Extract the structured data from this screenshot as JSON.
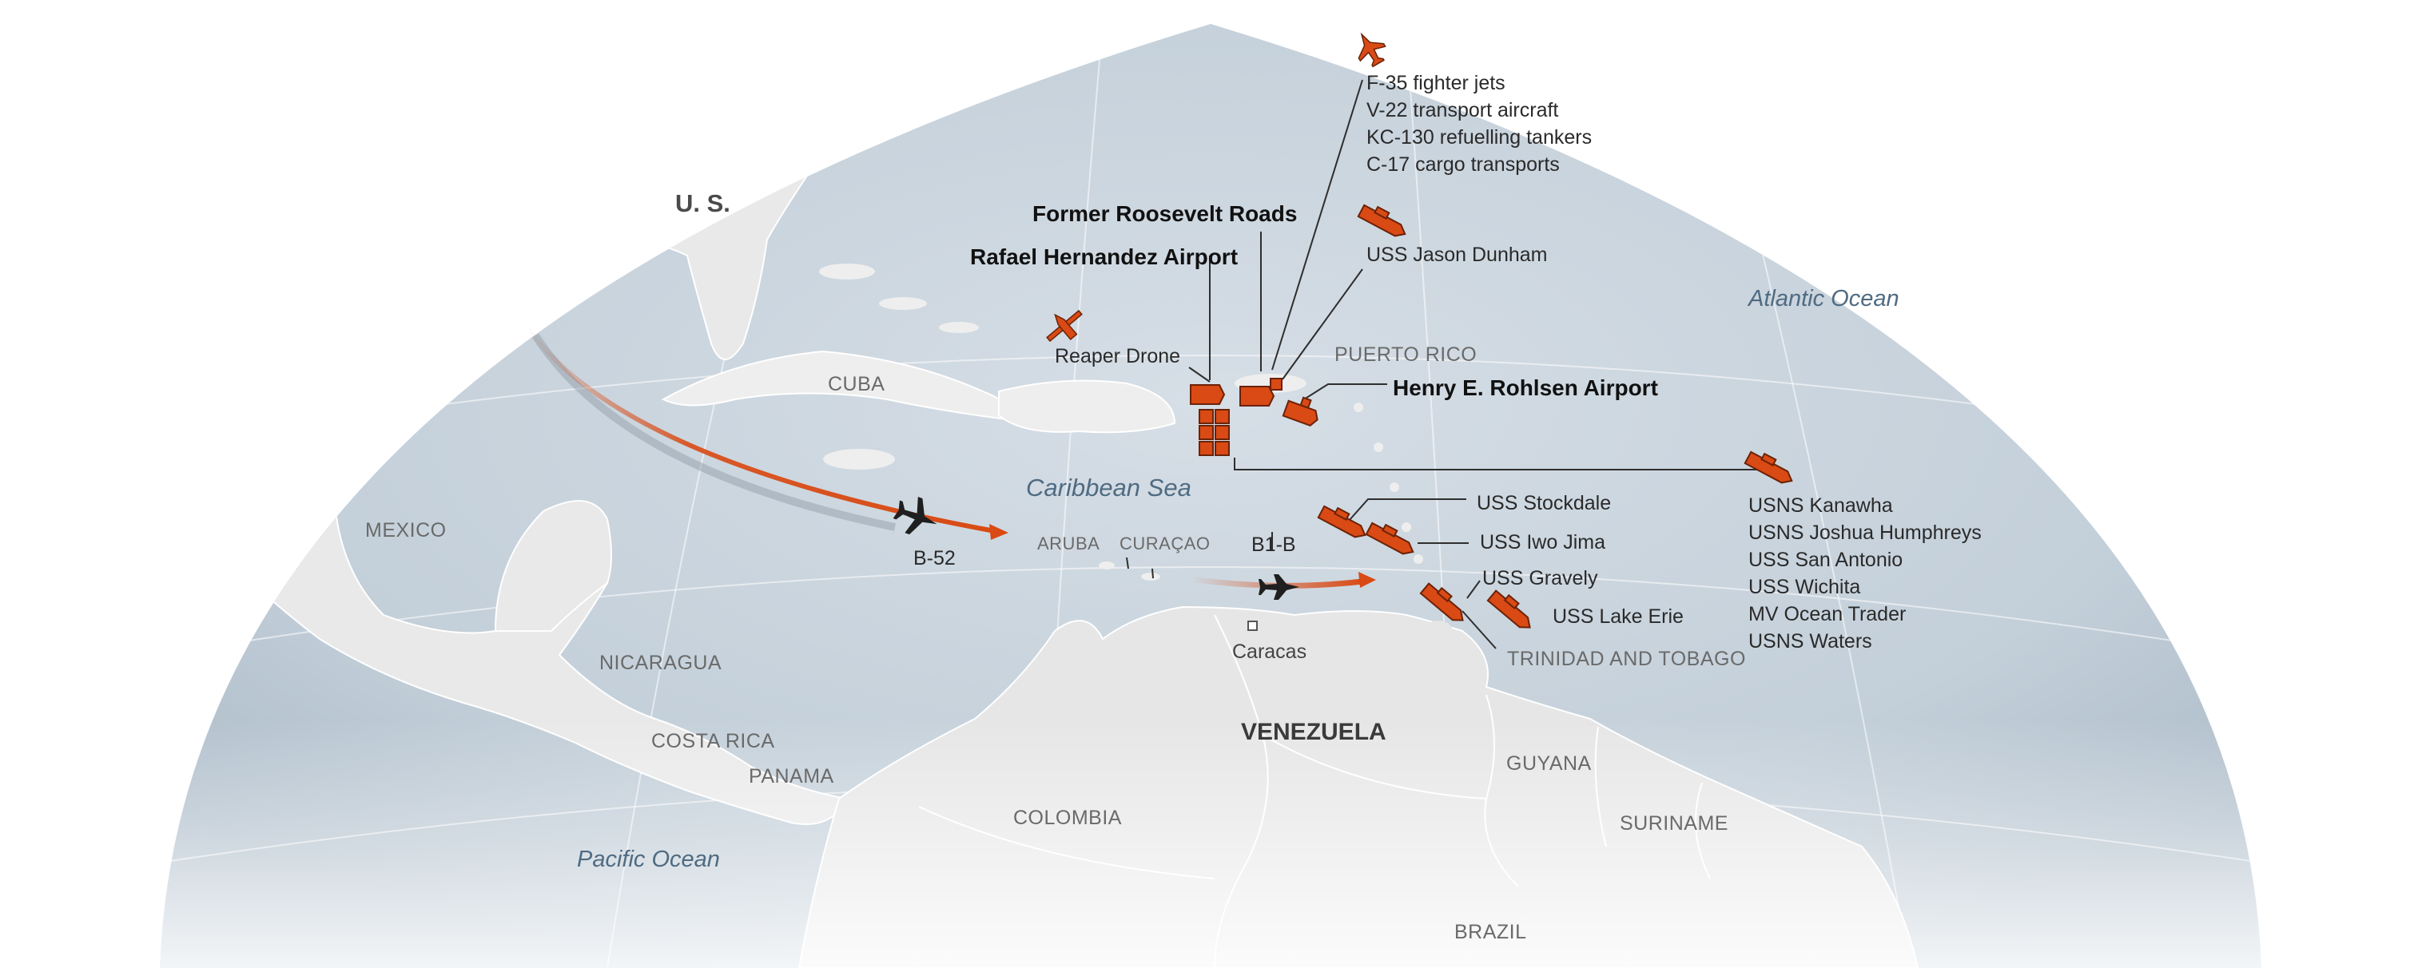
{
  "countries": {
    "us": "U. S.",
    "mexico": "MEXICO",
    "cuba": "CUBA",
    "puerto_rico": "PUERTO RICO",
    "nicaragua": "NICARAGUA",
    "costa_rica": "COSTA RICA",
    "panama": "PANAMA",
    "colombia": "COLOMBIA",
    "venezuela": "VENEZUELA",
    "guyana": "GUYANA",
    "suriname": "SURINAME",
    "brazil": "BRAZIL",
    "aruba": "ARUBA",
    "curacao": "CURAÇAO",
    "trinidad": "TRINIDAD AND TOBAGO",
    "caracas": "Caracas"
  },
  "waters": {
    "atlantic": "Atlantic Ocean",
    "caribbean": "Caribbean Sea",
    "pacific": "Pacific Ocean"
  },
  "aircraft_list": [
    "F-35 fighter jets",
    "V-22 transport aircraft",
    "KC-130 refuelling tankers",
    "C-17 cargo transports"
  ],
  "sites": {
    "roosevelt": "Former Roosevelt Roads",
    "rafael": "Rafael Hernandez Airport",
    "rohlsen": "Henry E. Rohlsen Airport"
  },
  "assets": {
    "jason_dunham": "USS Jason Dunham",
    "reaper": "Reaper Drone",
    "b52": "B-52",
    "b1b": "B1-B",
    "stockdale": "USS Stockdale",
    "iwo_jima": "USS Iwo Jima",
    "gravely": "USS Gravely",
    "lake_erie": "USS Lake Erie"
  },
  "ship_group": [
    "USNS Kanawha",
    "USNS Joshua Humphreys",
    "USS San Antonio",
    "USS Wichita",
    "MV Ocean Trader",
    "USNS Waters"
  ],
  "colors": {
    "accent": "#d94a14",
    "ocean": "#c9d4de",
    "land": "#e6e6e6"
  }
}
